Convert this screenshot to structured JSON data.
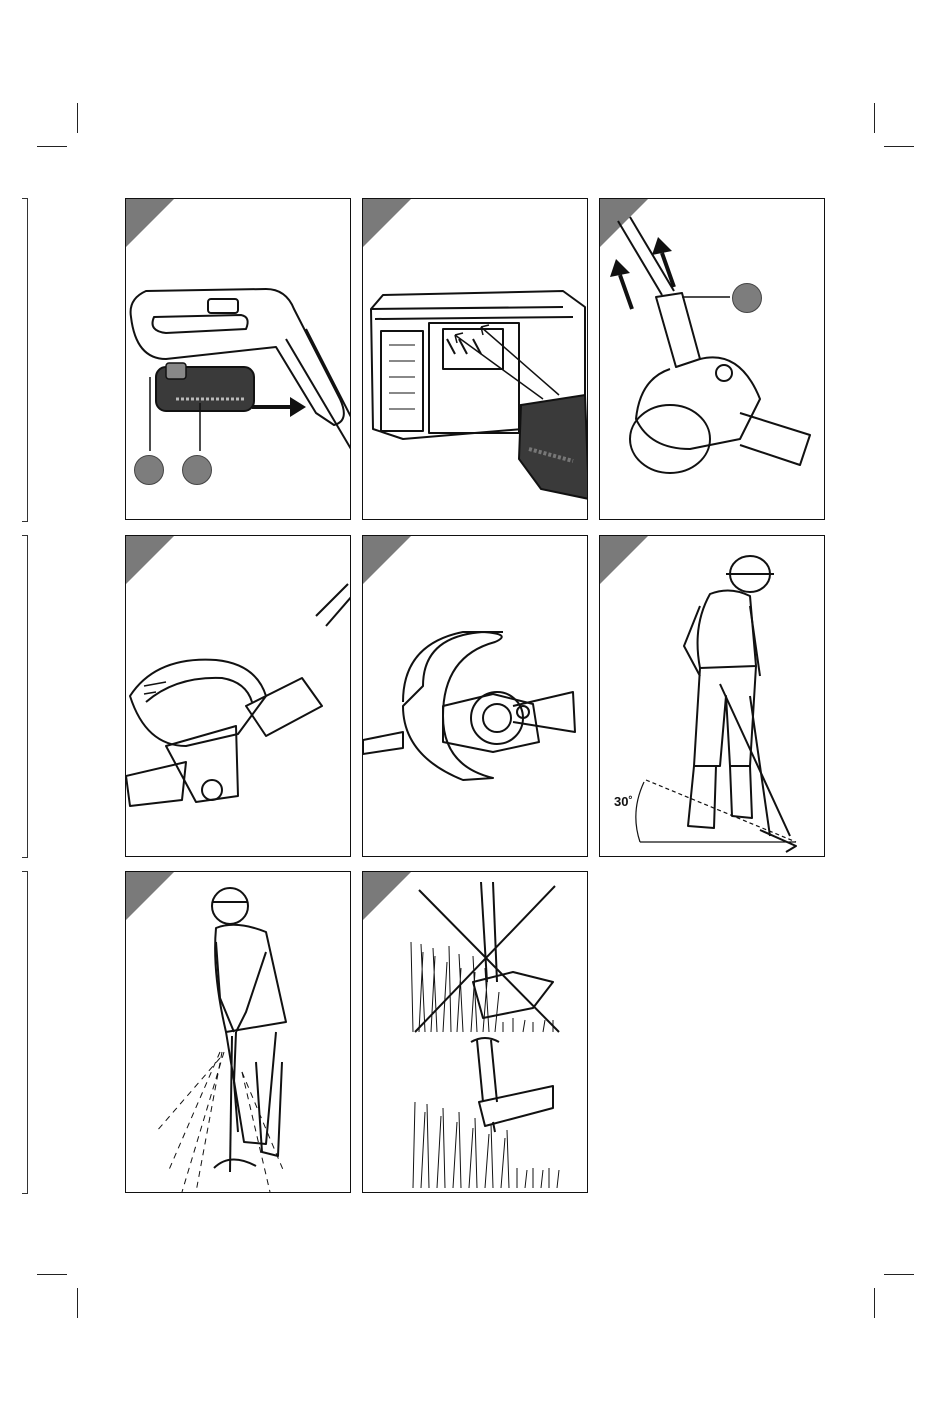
{
  "document": {
    "type": "instruction-illustration-page",
    "panels": [
      {
        "id": "fig-1",
        "subject": "battery-removal"
      },
      {
        "id": "fig-2",
        "subject": "battery-charger"
      },
      {
        "id": "fig-3",
        "subject": "shaft-extension"
      },
      {
        "id": "fig-4",
        "subject": "trimmer-head-side"
      },
      {
        "id": "fig-5",
        "subject": "trimmer-head-top"
      },
      {
        "id": "fig-6",
        "subject": "operator-angle",
        "angle_label": "30˚"
      },
      {
        "id": "fig-7",
        "subject": "operator-front"
      },
      {
        "id": "fig-8",
        "subject": "cutting-technique"
      }
    ]
  },
  "colors": {
    "ink": "#111111",
    "corner": "#7a7a7a",
    "callout": "#7d7d7d",
    "battery": "#3a3a3a"
  }
}
